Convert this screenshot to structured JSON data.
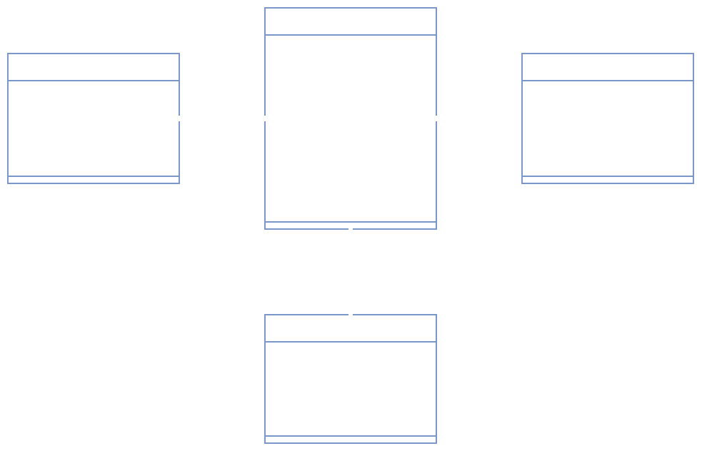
{
  "diagram": {
    "type": "uml-class-diagram",
    "stroke_color": "#7b96c8",
    "background_color": "#ffffff",
    "classes": [
      {
        "id": "class-left",
        "title": "",
        "attributes": [],
        "methods": []
      },
      {
        "id": "class-center",
        "title": "",
        "attributes": [],
        "methods": []
      },
      {
        "id": "class-right",
        "title": "",
        "attributes": [],
        "methods": []
      },
      {
        "id": "class-bottom",
        "title": "",
        "attributes": [],
        "methods": []
      }
    ],
    "relations": [
      {
        "from": "class-left",
        "to": "class-center"
      },
      {
        "from": "class-center",
        "to": "class-right"
      },
      {
        "from": "class-center",
        "to": "class-bottom"
      }
    ]
  }
}
